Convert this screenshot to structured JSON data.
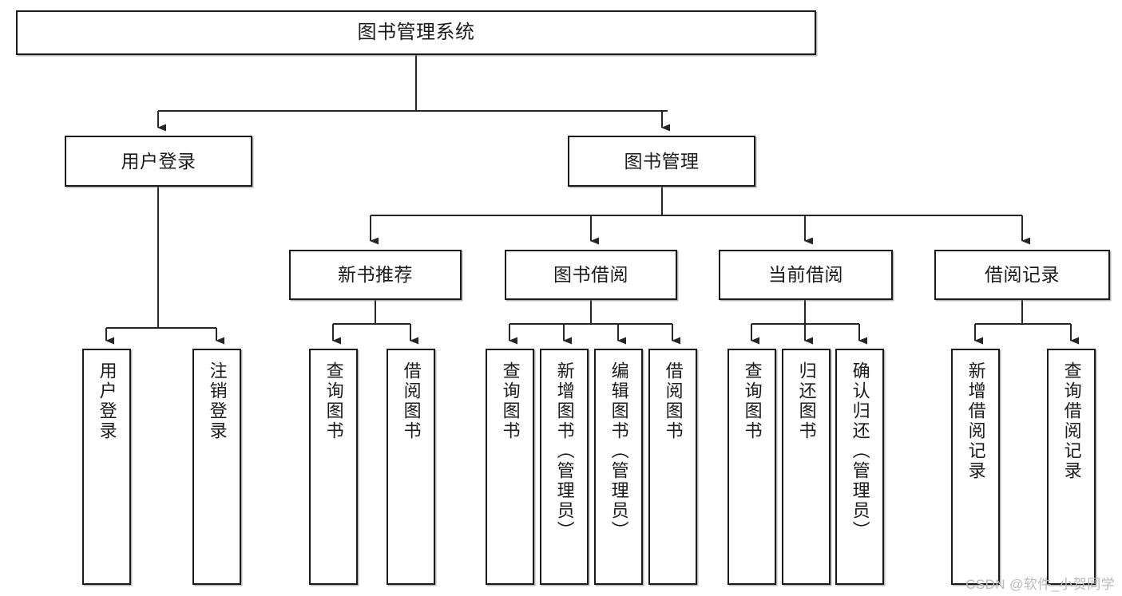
{
  "diagram": {
    "title": "图书管理系统",
    "watermark": "CSDN @软件_小贺同学",
    "colors": {
      "background": "#ffffff",
      "border": "#1a1a1a",
      "text": "#1b1b1b",
      "edge": "#262626",
      "watermark": "#b9b9b9",
      "shadow": "#787878"
    },
    "nodes": {
      "root": {
        "label": "图书管理系统"
      },
      "level2": [
        {
          "id": "user-login",
          "label": "用户登录"
        },
        {
          "id": "book-management",
          "label": "图书管理"
        }
      ],
      "level3": [
        {
          "id": "new-book-recommend",
          "label": "新书推荐"
        },
        {
          "id": "book-borrow",
          "label": "图书借阅"
        },
        {
          "id": "current-borrow",
          "label": "当前借阅"
        },
        {
          "id": "borrow-record",
          "label": "借阅记录"
        }
      ],
      "leaves": {
        "user-login": [
          {
            "id": "user-login-leaf",
            "label": "用户登录"
          },
          {
            "id": "logout-leaf",
            "label": "注销登录"
          }
        ],
        "new-book-recommend": [
          {
            "id": "query-book-1",
            "label": "查询图书"
          },
          {
            "id": "borrow-book-1",
            "label": "借阅图书"
          }
        ],
        "book-borrow": [
          {
            "id": "query-book-2",
            "label": "查询图书"
          },
          {
            "id": "add-book",
            "label": "新增图书（管理员）"
          },
          {
            "id": "edit-book",
            "label": "编辑图书（管理员）"
          },
          {
            "id": "borrow-book-2",
            "label": "借阅图书"
          }
        ],
        "current-borrow": [
          {
            "id": "query-book-3",
            "label": "查询图书"
          },
          {
            "id": "return-book",
            "label": "归还图书"
          },
          {
            "id": "confirm-return",
            "label": "确认归还（管理员）"
          }
        ],
        "borrow-record": [
          {
            "id": "add-borrow-record",
            "label": "新增借阅记录"
          },
          {
            "id": "query-borrow-record",
            "label": "查询借阅记录"
          }
        ]
      }
    }
  },
  "chart_data": {
    "type": "diagram",
    "title": "图书管理系统",
    "structure": "tree",
    "orientation": "top-down",
    "levels": 4,
    "tree": {
      "name": "图书管理系统",
      "children": [
        {
          "name": "用户登录",
          "children": [
            {
              "name": "用户登录"
            },
            {
              "name": "注销登录"
            }
          ]
        },
        {
          "name": "图书管理",
          "children": [
            {
              "name": "新书推荐",
              "children": [
                {
                  "name": "查询图书"
                },
                {
                  "name": "借阅图书"
                }
              ]
            },
            {
              "name": "图书借阅",
              "children": [
                {
                  "name": "查询图书"
                },
                {
                  "name": "新增图书（管理员）"
                },
                {
                  "name": "编辑图书（管理员）"
                },
                {
                  "name": "借阅图书"
                }
              ]
            },
            {
              "name": "当前借阅",
              "children": [
                {
                  "name": "查询图书"
                },
                {
                  "name": "归还图书"
                },
                {
                  "name": "确认归还（管理员）"
                }
              ]
            },
            {
              "name": "借阅记录",
              "children": [
                {
                  "name": "新增借阅记录"
                },
                {
                  "name": "查询借阅记录"
                }
              ]
            }
          ]
        }
      ]
    }
  }
}
